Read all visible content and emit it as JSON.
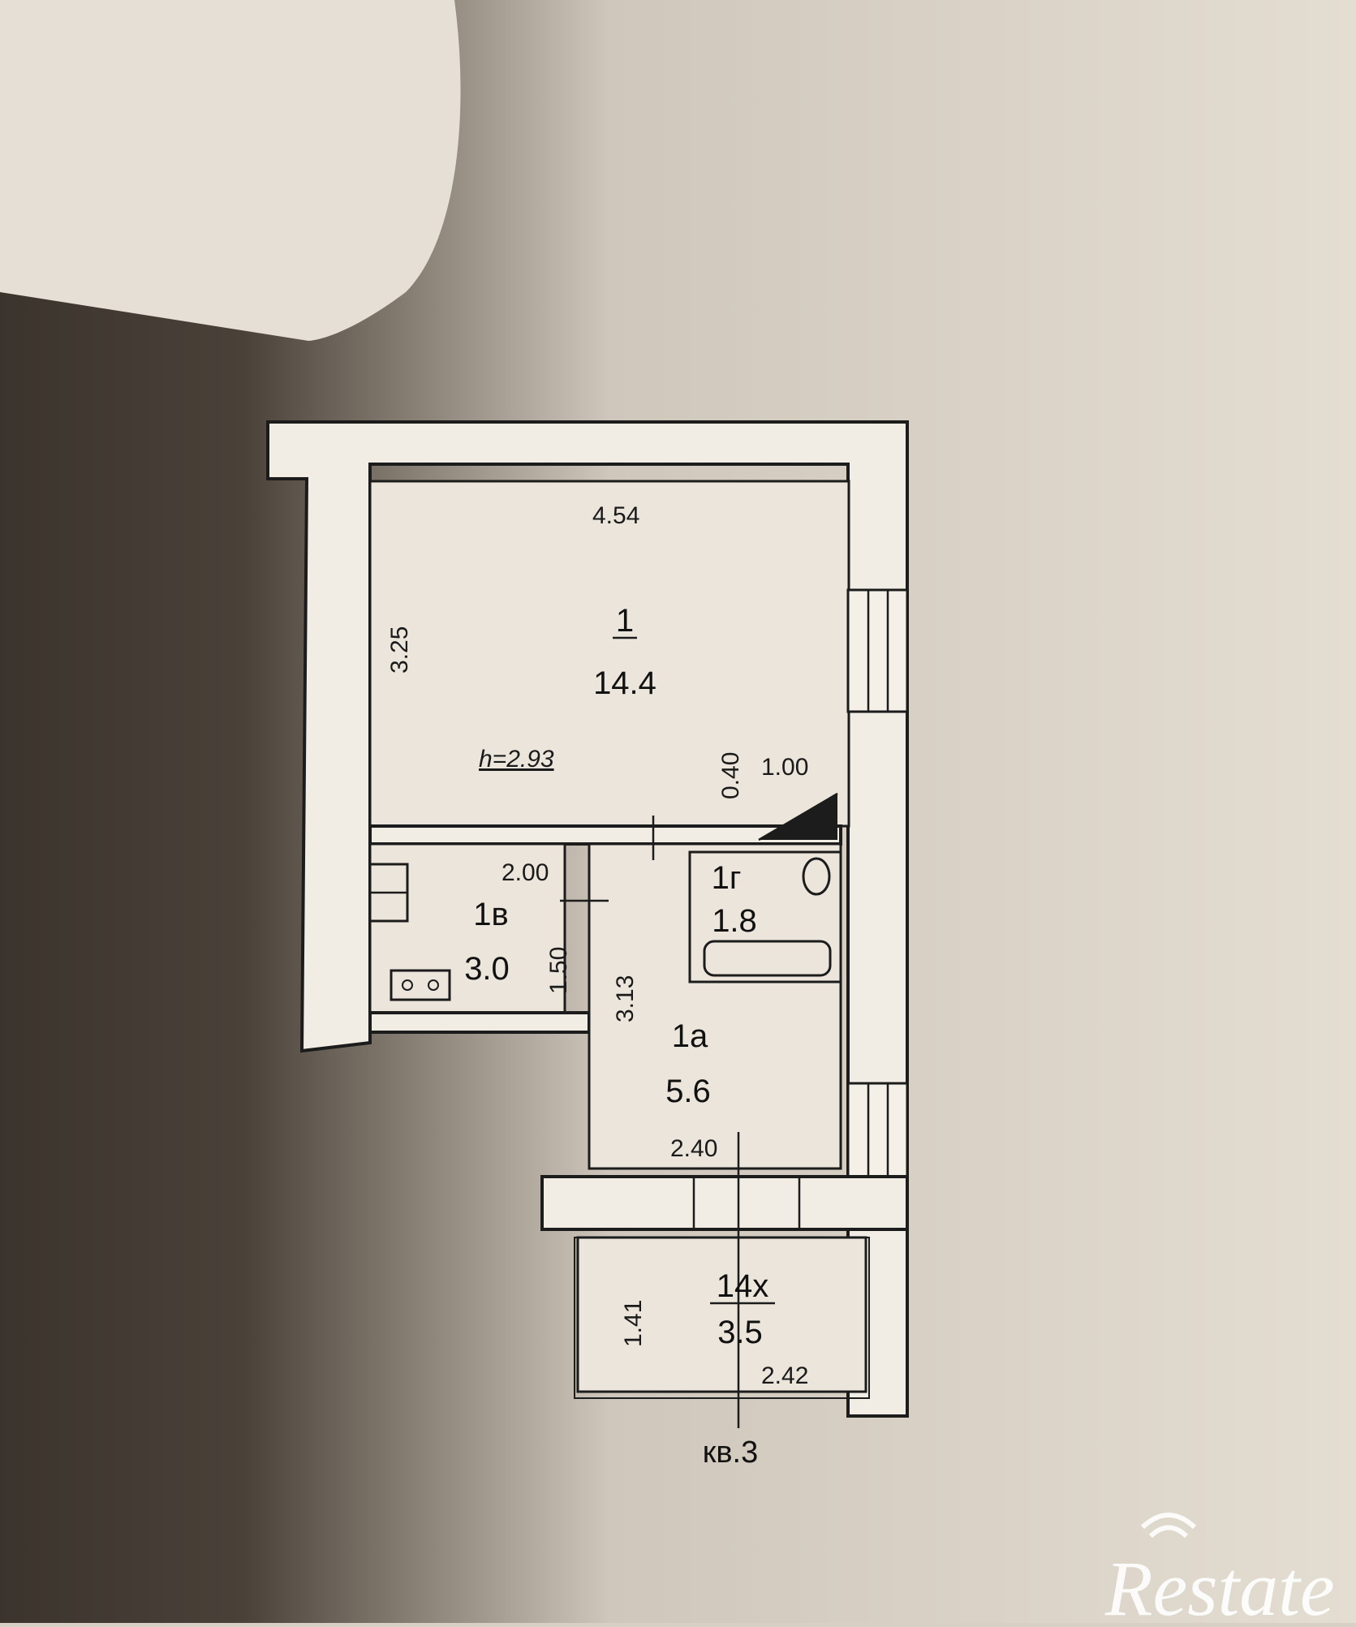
{
  "plan": {
    "apartment_label": "кв.3",
    "ceiling_height": "h=2.93",
    "rooms": [
      {
        "id": "room-1",
        "number": "1",
        "area": "14.4"
      },
      {
        "id": "room-1v",
        "number": "1в",
        "area": "3.0"
      },
      {
        "id": "room-1g",
        "number": "1г",
        "area": "1.8"
      },
      {
        "id": "room-1a",
        "number": "1а",
        "area": "5.6"
      },
      {
        "id": "room-14x",
        "number": "14х",
        "area": "3.5"
      }
    ],
    "dimensions": {
      "room1_width": "4.54",
      "room1_depth": "3.25",
      "door_width": "1.00",
      "niche_depth": "0.40",
      "kitchen_width": "2.00",
      "kitchen_depth": "1.50",
      "hall_depth": "3.13",
      "hall_width": "2.40",
      "balcony_depth": "1.41",
      "balcony_width": "2.42"
    }
  },
  "watermark": {
    "text": "Restate"
  }
}
